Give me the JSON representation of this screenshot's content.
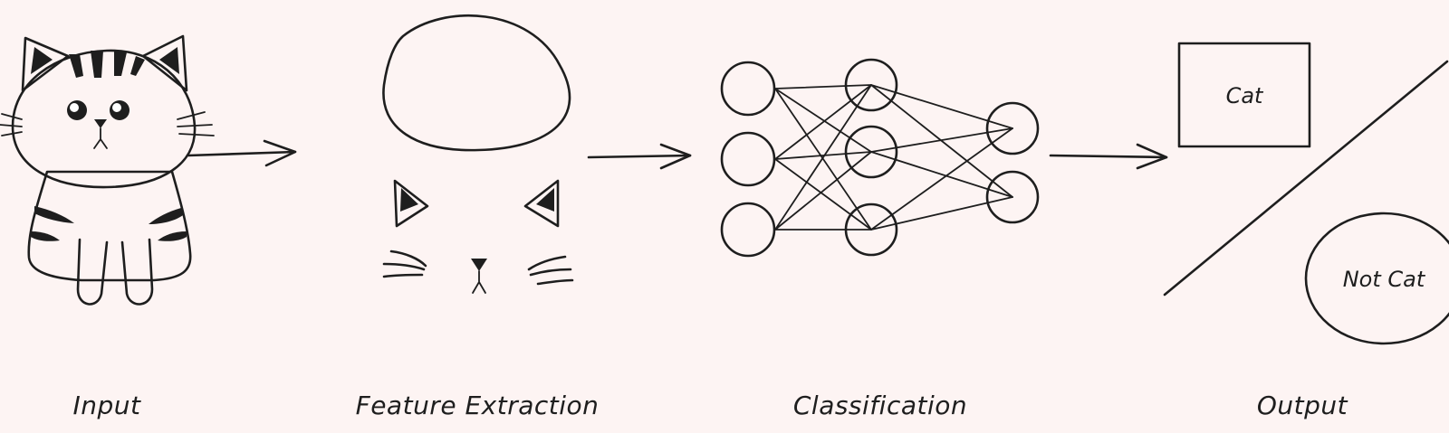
{
  "labels": {
    "input": "Input",
    "feature_extraction": "Feature Extraction",
    "classification": "Classification",
    "output": "Output"
  },
  "output_box": {
    "cat": "Cat",
    "not_cat": "Not Cat"
  },
  "colors": {
    "background": "#fdf4f3",
    "pink_fill": "#e5c3c9",
    "hidden_node": "#e25a8e",
    "output_cat": "#29aec6",
    "output_not_cat": "#fd6460",
    "ink": "#1e1e1e"
  },
  "network": {
    "layers": [
      3,
      3,
      2
    ]
  }
}
